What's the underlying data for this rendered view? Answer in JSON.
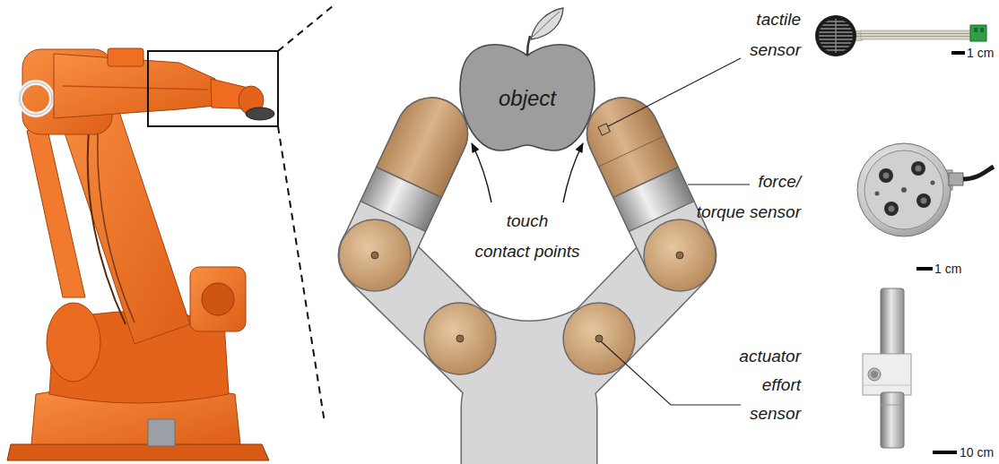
{
  "diagram": {
    "nodes": [
      {
        "text": [
          "object"
        ]
      }
    ],
    "labels": [
      "tactile sensor",
      "force/ torque sensor",
      "touch contact points",
      "actuator effort sensor",
      "1 cm",
      "1 cm",
      "10 cm"
    ]
  }
}
